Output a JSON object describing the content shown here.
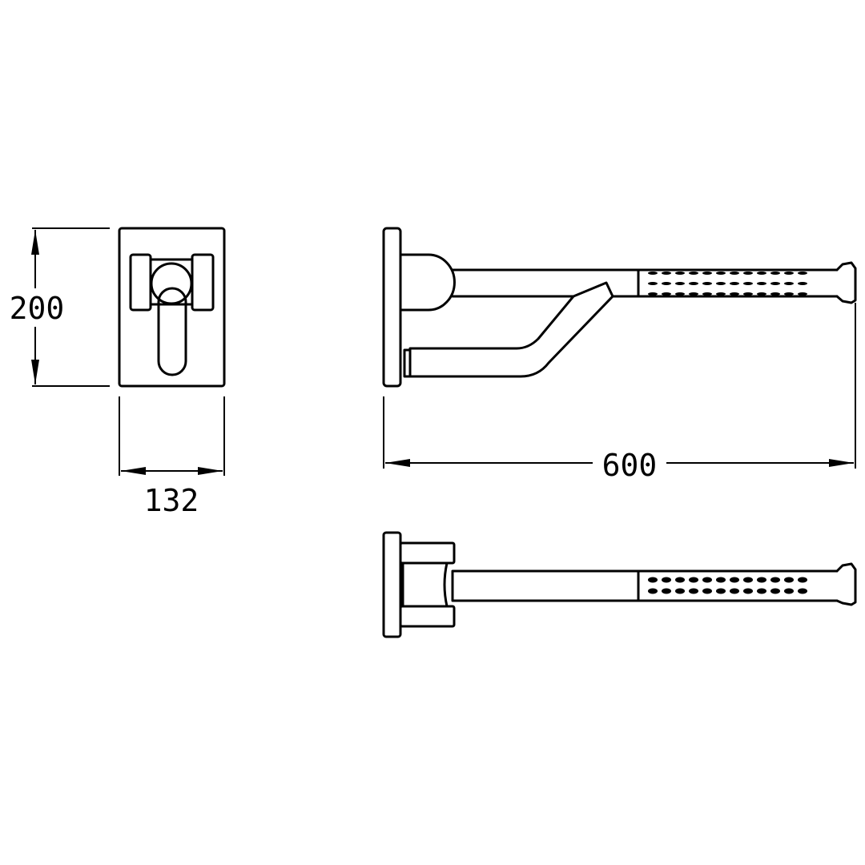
{
  "drawing": {
    "dimensions": {
      "height": "200",
      "width": "132",
      "length": "600"
    },
    "colors": {
      "line": "#000000",
      "background": "#ffffff"
    }
  }
}
